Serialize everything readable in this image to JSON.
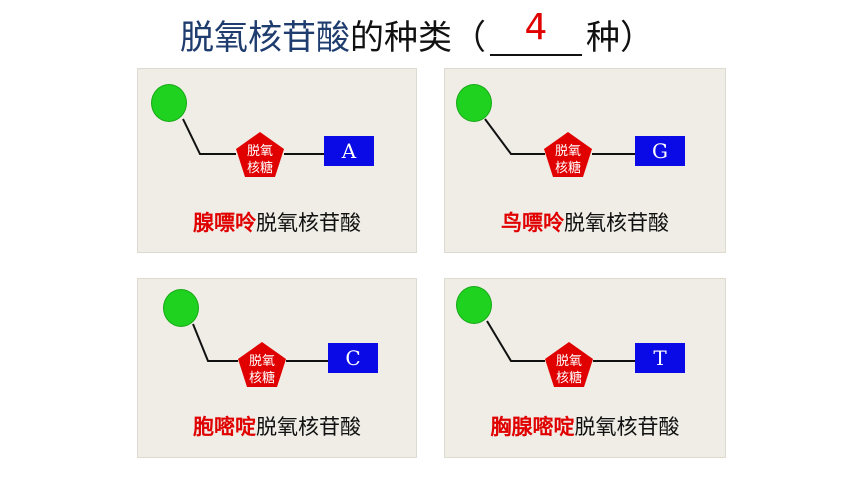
{
  "title": {
    "main": "脱氧核苷酸",
    "rest": "的种类（",
    "answer": "4",
    "after": "种",
    "close": "）"
  },
  "cards": [
    {
      "base_letter": "A",
      "sugar_line1": "脱氧",
      "sugar_line2": "核糖",
      "caption_base": "腺嘌呤",
      "caption_rest": "脱氧核苷酸"
    },
    {
      "base_letter": "G",
      "sugar_line1": "脱氧",
      "sugar_line2": "核糖",
      "caption_base": "鸟嘌呤",
      "caption_rest": "脱氧核苷酸"
    },
    {
      "base_letter": "C",
      "sugar_line1": "脱氧",
      "sugar_line2": "核糖",
      "caption_base": "胞嘧啶",
      "caption_rest": "脱氧核苷酸"
    },
    {
      "base_letter": "T",
      "sugar_line1": "脱氧",
      "sugar_line2": "核糖",
      "caption_base": "胸腺嘧啶",
      "caption_rest": "脱氧核苷酸"
    }
  ],
  "colors": {
    "phosphate": "#1fd21f",
    "sugar": "#e00000",
    "base": "#0a0ae6",
    "highlight": "#e00000"
  }
}
